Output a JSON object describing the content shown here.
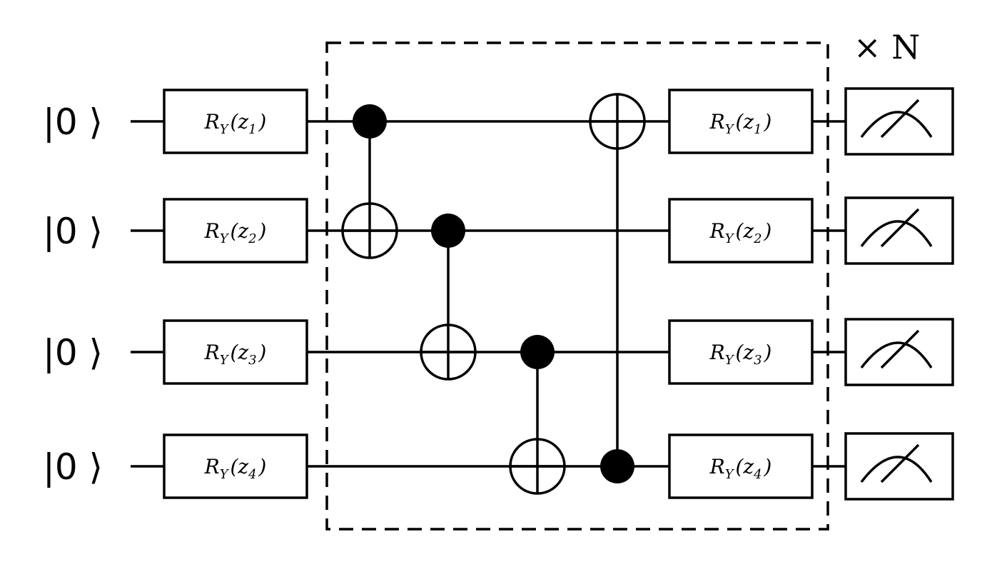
{
  "inputs": [
    "|0 ⟩",
    "|0 ⟩",
    "|0 ⟩",
    "|0 ⟩"
  ],
  "encoding_gates": [
    {
      "name": "R",
      "sub": "Y",
      "arg": "z",
      "idx": "1"
    },
    {
      "name": "R",
      "sub": "Y",
      "arg": "z",
      "idx": "2"
    },
    {
      "name": "R",
      "sub": "Y",
      "arg": "z",
      "idx": "3"
    },
    {
      "name": "R",
      "sub": "Y",
      "arg": "z",
      "idx": "4"
    }
  ],
  "layer_gates": [
    {
      "name": "R",
      "sub": "Y",
      "arg": "z",
      "idx": "1"
    },
    {
      "name": "R",
      "sub": "Y",
      "arg": "z",
      "idx": "2"
    },
    {
      "name": "R",
      "sub": "Y",
      "arg": "z",
      "idx": "3"
    },
    {
      "name": "R",
      "sub": "Y",
      "arg": "z",
      "idx": "4"
    }
  ],
  "cnots": [
    {
      "control": 1,
      "target": 2
    },
    {
      "control": 2,
      "target": 3
    },
    {
      "control": 3,
      "target": 4
    },
    {
      "control": 4,
      "target": 1
    }
  ],
  "repeat_label": "× N",
  "measurement_icon": "meter-icon"
}
